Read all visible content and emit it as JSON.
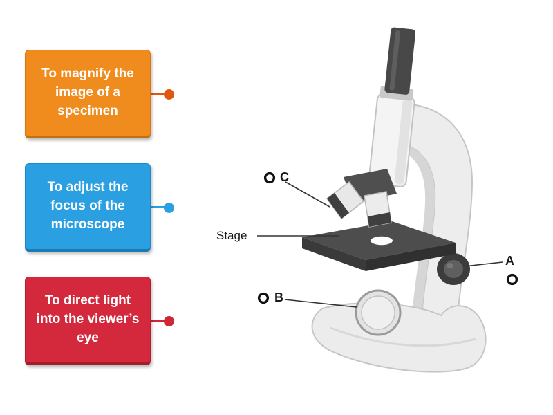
{
  "cards": [
    {
      "label": "To magnify the image of a specimen",
      "color": "#f08c1e",
      "dot_color": "#e2570e"
    },
    {
      "label": "To adjust the focus of the microscope",
      "color": "#2a9fe1",
      "dot_color": "#2a9fe1"
    },
    {
      "label": "To direct light into the viewer’s eye",
      "color": "#d4293c",
      "dot_color": "#cf2638"
    }
  ],
  "diagram": {
    "stage_label": "Stage",
    "targets": [
      {
        "id": "A",
        "label": "A"
      },
      {
        "id": "B",
        "label": "B"
      },
      {
        "id": "C",
        "label": "C"
      }
    ]
  }
}
